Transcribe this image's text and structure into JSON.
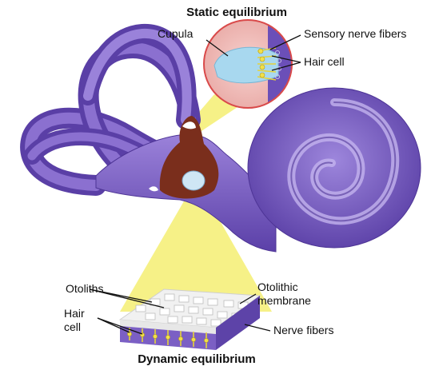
{
  "titles": {
    "top": "Static equilibrium",
    "bottom": "Dynamic equilibrium"
  },
  "labels": {
    "cupula": "Cupula",
    "sensory_nerve_fibers": "Sensory nerve fibers",
    "hair_cell_top": "Hair cell",
    "otoliths": "Otoliths",
    "hair_cell_bottom_1": "Hair",
    "hair_cell_bottom_2": "cell",
    "otolithic_membrane_1": "Otolithic",
    "otolithic_membrane_2": "membrane",
    "nerve_fibers": "Nerve fibers"
  },
  "colors": {
    "labyrinth": "#7b5fc4",
    "labyrinth_dark": "#4e3596",
    "labyrinth_light": "#a892e0",
    "vestibule": "#7a2e1c",
    "magnifier": "#f5f07a",
    "inset_ring": "#d94a4a"
  }
}
